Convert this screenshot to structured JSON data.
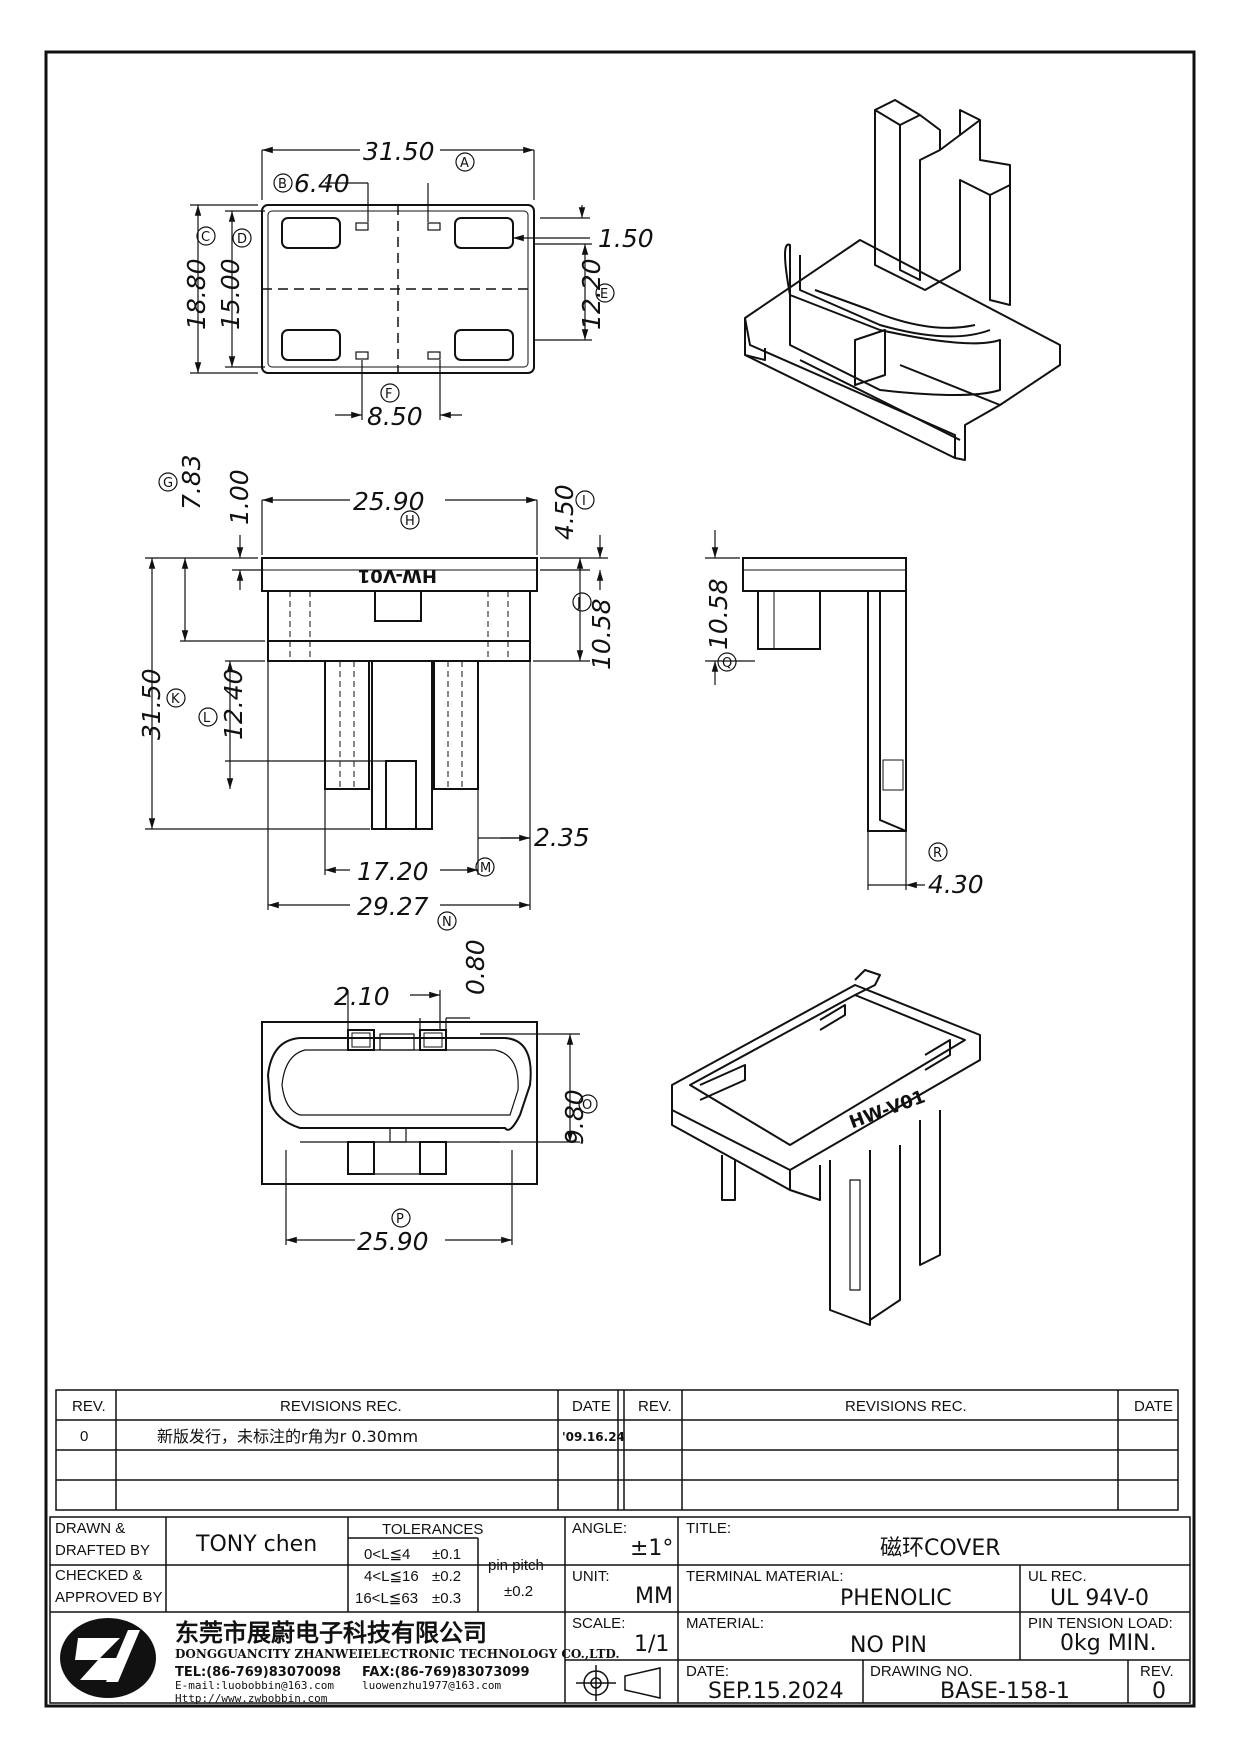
{
  "dimensions": {
    "top_view": {
      "width": "31.50",
      "width_tag": "A",
      "slot_offset": "6.40",
      "slot_offset_tag": "B",
      "outer_height": "18.80",
      "outer_height_tag": "C",
      "inner_height": "15.00",
      "inner_height_tag": "D",
      "slot_height": "1.50",
      "pin_height": "12.20",
      "pin_height_tag": "E",
      "pin_spacing": "8.50",
      "pin_spacing_tag": "F"
    },
    "front_view": {
      "top_height": "7.83",
      "top_height_tag": "G",
      "lip": "1.00",
      "top_width": "25.90",
      "top_width_tag": "H",
      "right_lip": "4.50",
      "right_lip_tag": "I",
      "right_height": "10.58",
      "right_height_tag": "J",
      "total_height": "31.50",
      "total_height_tag": "K",
      "leg_height": "12.40",
      "leg_height_tag": "L",
      "leg_gap": "2.35",
      "leg_span": "17.20",
      "leg_span_tag": "M",
      "base_width": "29.27",
      "base_width_tag": "N"
    },
    "side_view": {
      "height": "10.58",
      "height_tag": "Q",
      "leg_width": "4.30",
      "leg_width_tag": "R"
    },
    "bottom_view": {
      "slot_width": "2.10",
      "slot_gap": "0.80",
      "depth": "9.80",
      "depth_tag": "O",
      "width": "25.90",
      "width_tag": "P"
    }
  },
  "iso_marking": "HW-V01",
  "front_marking": "HW-V01",
  "revisions": {
    "headers": {
      "rev": "REV.",
      "revisions": "REVISIONS   REC.",
      "date": "DATE"
    },
    "rows": [
      {
        "rev": "0",
        "text": "新版发行，未标注的r角为r 0.30mm",
        "date": "'09.16.24"
      },
      {
        "rev": "",
        "text": "",
        "date": ""
      },
      {
        "rev": "",
        "text": "",
        "date": ""
      }
    ]
  },
  "title_block": {
    "drawn_label": "DRAWN &\nDRAFTED BY",
    "drawn_value": "TONY  chen",
    "checked_label": "CHECKED &\nAPPROVED BY",
    "checked_value": "",
    "tolerances_label": "TOLERANCES",
    "tolerance_rows": [
      {
        "range": "0<L≦4",
        "tol": "±0.1"
      },
      {
        "range": "4<L≦16",
        "tol": "±0.2"
      },
      {
        "range": "16<L≦63",
        "tol": "±0.3"
      }
    ],
    "pin_pitch_label": "pin pitch",
    "pin_pitch_tol": "±0.2",
    "angle_label": "ANGLE:",
    "angle_value": "±1°",
    "unit_label": "UNIT:",
    "unit_value": "MM",
    "scale_label": "SCALE:",
    "scale_value": "1/1",
    "title_label": "TITLE:",
    "title_value": "磁环COVER",
    "terminal_label": "TERMINAL  MATERIAL:",
    "terminal_value": "PHENOLIC",
    "ul_label": "UL  REC.",
    "ul_value": "UL  94V-0",
    "material_label": "MATERIAL:",
    "material_value": "NO  PIN",
    "pin_tension_label": "PIN  TENSION  LOAD:",
    "pin_tension_value": "0kg  MIN.",
    "date_label": "DATE:",
    "date_value": "SEP.15.2024",
    "drawing_no_label": "DRAWING  NO.",
    "drawing_no_value": "BASE-158-1",
    "rev_label": "REV.",
    "rev_value": "0"
  },
  "company": {
    "name_cn": "东莞市展蔚电子科技有限公司",
    "name_en": "DONGGUANCITY ZHANWEIELECTRONIC TECHNOLOGY CO.,LTD.",
    "tel": "TEL:(86-769)83070098",
    "fax": "FAX:(86-769)83073099",
    "email": "E-mail:luobobbin@163.com",
    "email2": "luowenzhu1977@163.com",
    "web": "Http://www.zwbobbin.com"
  }
}
